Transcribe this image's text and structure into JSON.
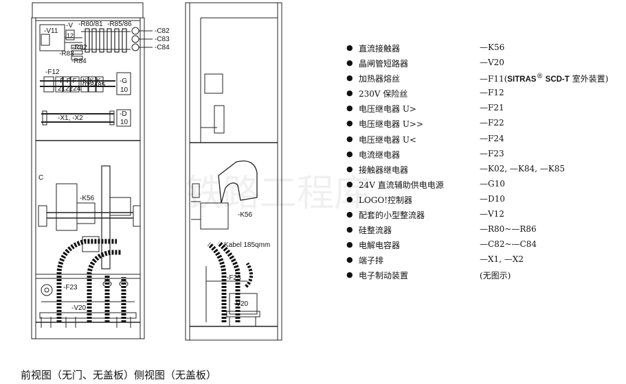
{
  "drawing": {
    "front_labels": {
      "v11": "-V11",
      "v": "-V",
      "v12": "12",
      "r80": "-R80/81",
      "r85": "-R85/86",
      "c82": "-C82",
      "c83": "-C83",
      "c84": "-C84",
      "r82": "-R82",
      "r83": "-R83",
      "r84": "-R84",
      "f12": "-F12",
      "f_top": "-F-F F",
      "f_nums": "212224",
      "k_top": "K-K-K",
      "k_nums": "028485",
      "g": "-G",
      "g10": "10",
      "x1x2": "-X1, -X2",
      "d": "-D",
      "d10": "10",
      "c_mark": "C",
      "k56": "-K56",
      "f23": "-F23",
      "v20": "-V20"
    },
    "side_labels": {
      "k56": "-K56",
      "kabel": "Kabel 185qmm",
      "f23": "-F23",
      "v20": "-V20"
    },
    "watermark": "铁路工程库"
  },
  "legend": [
    {
      "name": "直流接触器",
      "code": "—K56"
    },
    {
      "name": "晶闸管短路器",
      "code": "—V20"
    },
    {
      "name": "加热器熔丝",
      "code_pre": "—F11(",
      "code_brand": "SITRAS",
      "code_sup": "®",
      "code_model": " SCD-T",
      "code_post": " 室外装置)"
    },
    {
      "name": "230V 保险丝",
      "code": " —F12"
    },
    {
      "name": "电压继电器 U>",
      "code": " —F21"
    },
    {
      "name": "电压继电器 U>>",
      "code": " —F22"
    },
    {
      "name": "电压继电器 U<",
      "code": " —F24"
    },
    {
      "name": "电流继电器",
      "code": " —F23"
    },
    {
      "name": "接触器继电器",
      "code": "—K02, —K84, —K85"
    },
    {
      "name": "24V 直流辅助供电电源",
      "code": " —G10"
    },
    {
      "name": "LOGO!控制器",
      "code": " —D10"
    },
    {
      "name": "配套的小型整流器",
      "code": " —V12"
    },
    {
      "name": "硅整流器",
      "code": " —R80~—R86"
    },
    {
      "name": "电解电容器",
      "code": " —C82~—C84"
    },
    {
      "name": "端子排",
      "code": " —X1, —X2"
    },
    {
      "name": "电子制动装置",
      "code": " (无图示)"
    }
  ],
  "caption": "前视图（无门、无盖板）侧视图（无盖板）"
}
